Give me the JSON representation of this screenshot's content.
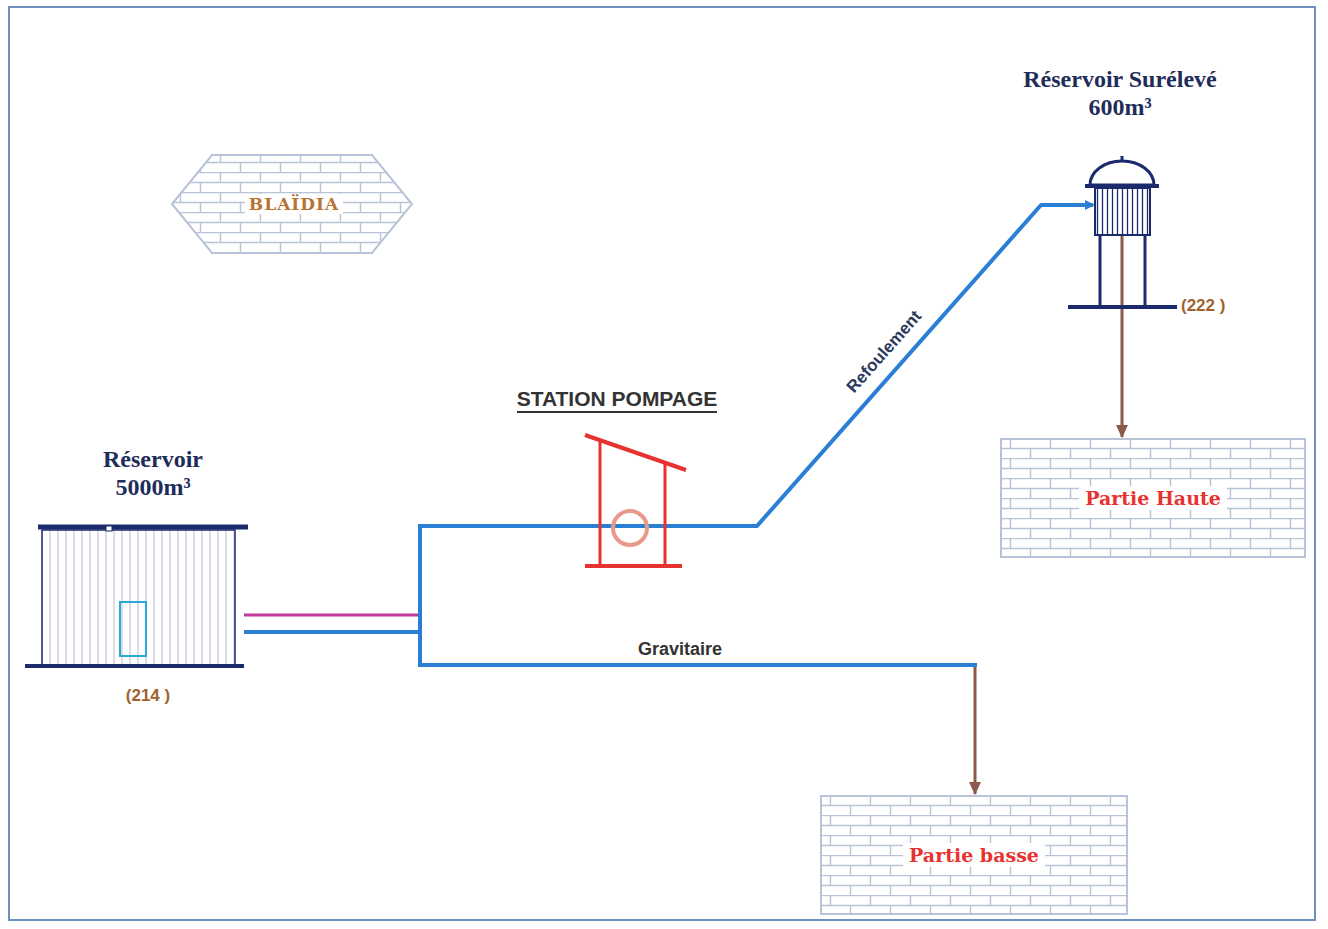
{
  "diagram": {
    "nodes": [
      {
        "text": [
          "BLAÏDIA"
        ]
      },
      {
        "text": [
          "Réservoir 5000m³",
          "(214 )"
        ]
      },
      {
        "text": [
          "STATION POMPAGE"
        ]
      },
      {
        "text": [
          "Réservoir Surélevé 600m³",
          "(222 )"
        ]
      },
      {
        "text": [
          "Partie Haute"
        ]
      },
      {
        "text": [
          "Partie basse"
        ]
      }
    ],
    "edges": [
      {
        "from": 1,
        "to": 2,
        "arrow": "none"
      },
      {
        "from": 2,
        "to": 3,
        "label": "Refoulement",
        "arrow": "to"
      },
      {
        "from": 3,
        "to": 4,
        "arrow": "to"
      },
      {
        "from": 1,
        "to": 5,
        "label": "Gravitaire",
        "arrow": "to"
      }
    ]
  }
}
